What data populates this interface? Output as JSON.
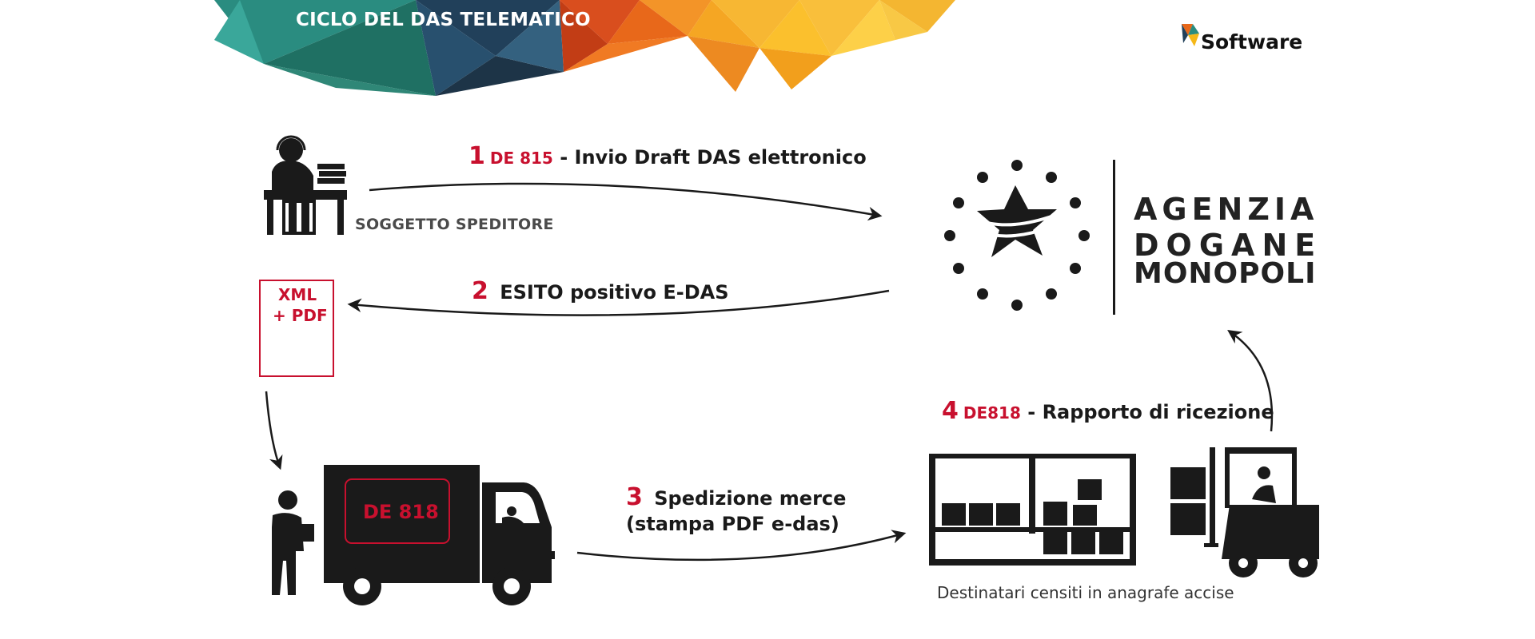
{
  "header": {
    "title": "CICLO DEL DAS TELEMATICO"
  },
  "brand": {
    "name": "Software"
  },
  "agency": {
    "lines": [
      "AGENZIA",
      "DOGANE",
      "MONOPOLI"
    ]
  },
  "actors": {
    "sender_label": "SOGGETTO  SPEDITORE",
    "recipients_label": "Destinatari censiti in anagrafe accise"
  },
  "document": {
    "line1": "XML",
    "line2": "+ PDF"
  },
  "truck": {
    "code": "DE 818"
  },
  "steps": [
    {
      "number": "1",
      "code": "DE 815",
      "text": " - Invio Draft DAS elettronico"
    },
    {
      "number": "2",
      "code": "",
      "text": "ESITO positivo E-DAS"
    },
    {
      "number": "3",
      "code": "",
      "text": "Spedizione merce",
      "text2": "(stampa PDF e-das)"
    },
    {
      "number": "4",
      "code": "DE818",
      "text": " - Rapporto di ricezione"
    }
  ],
  "colors": {
    "accent_red": "#c8102e",
    "dark": "#1a1a1a",
    "banner_teal": "#2a8c80",
    "banner_navy": "#21405a",
    "banner_orange": "#e8681a",
    "banner_yellow": "#f5b818"
  }
}
